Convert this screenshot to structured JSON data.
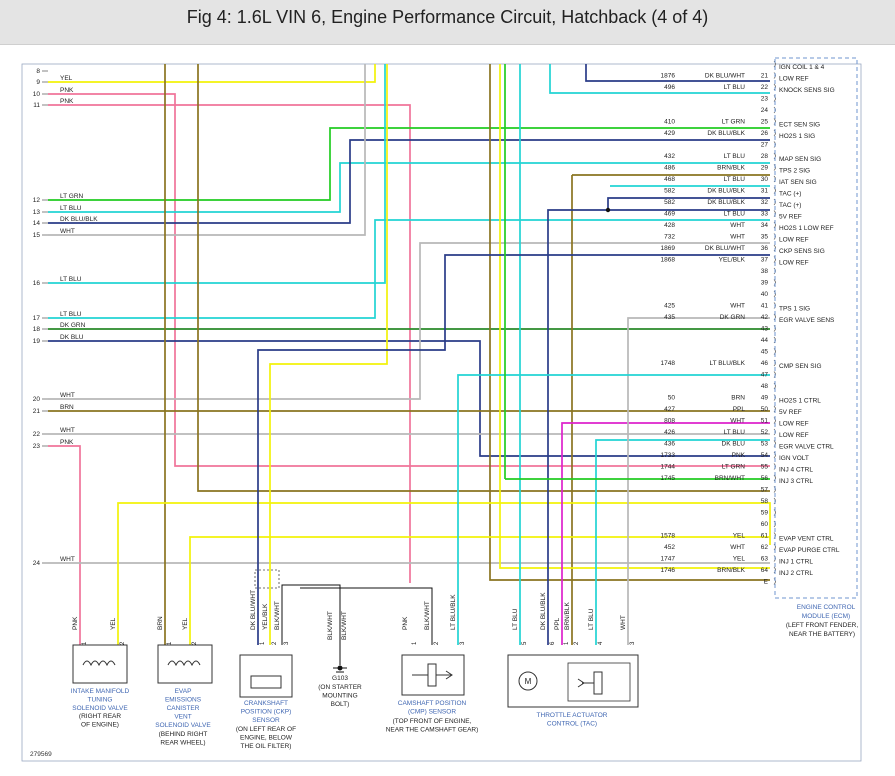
{
  "title": "Fig 4: 1.6L VIN 6, Engine Performance Circuit, Hatchback (4 of 4)",
  "colors": {
    "yellow": "#f2f20a",
    "pink": "#f0749a",
    "olive": "#8a7420",
    "green": "#22cc22",
    "cyan": "#22d4d4",
    "navy": "#2a3c88",
    "gray": "#b8b8b8",
    "magenta": "#dd22cc",
    "border": "#6f96cf",
    "label_blue": "#3f66b2"
  },
  "left_connector": [
    {
      "pin": "8",
      "wire": ""
    },
    {
      "pin": "9",
      "wire": "YEL"
    },
    {
      "pin": "10",
      "wire": "PNK"
    },
    {
      "pin": "11",
      "wire": "PNK"
    },
    {
      "pin": "12",
      "wire": "LT GRN"
    },
    {
      "pin": "13",
      "wire": "LT BLU"
    },
    {
      "pin": "14",
      "wire": "DK BLU/BLK"
    },
    {
      "pin": "15",
      "wire": "WHT"
    },
    {
      "pin": "16",
      "wire": "LT BLU"
    },
    {
      "pin": "17",
      "wire": "LT BLU"
    },
    {
      "pin": "18",
      "wire": "DK GRN"
    },
    {
      "pin": "19",
      "wire": "DK BLU"
    },
    {
      "pin": "20",
      "wire": "WHT"
    },
    {
      "pin": "21",
      "wire": "BRN"
    },
    {
      "pin": "22",
      "wire": "WHT"
    },
    {
      "pin": "23",
      "wire": "PNK"
    },
    {
      "pin": "24",
      "wire": "WHT"
    }
  ],
  "ecm_pins": [
    {
      "pin": "",
      "circuit": "",
      "wire": "",
      "label": "IGN COIL 1 & 4"
    },
    {
      "pin": "21",
      "circuit": "1876",
      "wire": "DK BLU/WHT",
      "label": "LOW REF"
    },
    {
      "pin": "22",
      "circuit": "496",
      "wire": "LT BLU",
      "label": "KNOCK SENS SIG"
    },
    {
      "pin": "23",
      "circuit": "",
      "wire": "",
      "label": ""
    },
    {
      "pin": "24",
      "circuit": "",
      "wire": "",
      "label": ""
    },
    {
      "pin": "25",
      "circuit": "410",
      "wire": "LT GRN",
      "label": "ECT SEN SIG"
    },
    {
      "pin": "26",
      "circuit": "429",
      "wire": "DK BLU/BLK",
      "label": "HO2S 1 SIG"
    },
    {
      "pin": "27",
      "circuit": "",
      "wire": "",
      "label": ""
    },
    {
      "pin": "28",
      "circuit": "432",
      "wire": "LT BLU",
      "label": "MAP SEN SIG"
    },
    {
      "pin": "29",
      "circuit": "486",
      "wire": "BRN/BLK",
      "label": "TPS 2 SIG"
    },
    {
      "pin": "30",
      "circuit": "468",
      "wire": "LT BLU",
      "label": "IAT SEN SIG"
    },
    {
      "pin": "31",
      "circuit": "582",
      "wire": "DK BLU/BLK",
      "label": "TAC (+)"
    },
    {
      "pin": "32",
      "circuit": "582",
      "wire": "DK BLU/BLK",
      "label": "TAC (+)"
    },
    {
      "pin": "33",
      "circuit": "469",
      "wire": "LT BLU",
      "label": "5V REF"
    },
    {
      "pin": "34",
      "circuit": "428",
      "wire": "WHT",
      "label": "HO2S 1 LOW REF"
    },
    {
      "pin": "35",
      "circuit": "732",
      "wire": "WHT",
      "label": "LOW REF"
    },
    {
      "pin": "36",
      "circuit": "1869",
      "wire": "DK BLU/WHT",
      "label": "CKP SENS SIG"
    },
    {
      "pin": "37",
      "circuit": "1868",
      "wire": "YEL/BLK",
      "label": "LOW REF"
    },
    {
      "pin": "38",
      "circuit": "",
      "wire": "",
      "label": ""
    },
    {
      "pin": "39",
      "circuit": "",
      "wire": "",
      "label": ""
    },
    {
      "pin": "40",
      "circuit": "",
      "wire": "",
      "label": ""
    },
    {
      "pin": "41",
      "circuit": "425",
      "wire": "WHT",
      "label": "TPS 1 SIG"
    },
    {
      "pin": "42",
      "circuit": "435",
      "wire": "DK GRN",
      "label": "EGR VALVE SENS"
    },
    {
      "pin": "43",
      "circuit": "",
      "wire": "",
      "label": ""
    },
    {
      "pin": "44",
      "circuit": "",
      "wire": "",
      "label": ""
    },
    {
      "pin": "45",
      "circuit": "",
      "wire": "",
      "label": ""
    },
    {
      "pin": "46",
      "circuit": "1748",
      "wire": "LT BLU/BLK",
      "label": "CMP SEN SIG"
    },
    {
      "pin": "47",
      "circuit": "",
      "wire": "",
      "label": ""
    },
    {
      "pin": "48",
      "circuit": "",
      "wire": "",
      "label": ""
    },
    {
      "pin": "49",
      "circuit": "50",
      "wire": "BRN",
      "label": "HO2S 1 CTRL"
    },
    {
      "pin": "50",
      "circuit": "427",
      "wire": "PPL",
      "label": "5V REF"
    },
    {
      "pin": "51",
      "circuit": "808",
      "wire": "WHT",
      "label": "LOW REF"
    },
    {
      "pin": "52",
      "circuit": "426",
      "wire": "LT BLU",
      "label": "LOW REF"
    },
    {
      "pin": "53",
      "circuit": "436",
      "wire": "DK BLU",
      "label": "EGR VALVE CTRL"
    },
    {
      "pin": "54",
      "circuit": "1733",
      "wire": "PNK",
      "label": "IGN VOLT"
    },
    {
      "pin": "55",
      "circuit": "1744",
      "wire": "LT GRN",
      "label": "INJ 4 CTRL"
    },
    {
      "pin": "56",
      "circuit": "1745",
      "wire": "BRN/WHT",
      "label": "INJ 3 CTRL"
    },
    {
      "pin": "57",
      "circuit": "",
      "wire": "",
      "label": ""
    },
    {
      "pin": "58",
      "circuit": "",
      "wire": "",
      "label": ""
    },
    {
      "pin": "59",
      "circuit": "",
      "wire": "",
      "label": ""
    },
    {
      "pin": "60",
      "circuit": "",
      "wire": "",
      "label": ""
    },
    {
      "pin": "61",
      "circuit": "1578",
      "wire": "YEL",
      "label": "EVAP VENT CTRL"
    },
    {
      "pin": "62",
      "circuit": "452",
      "wire": "WHT",
      "label": "EVAP PURGE CTRL"
    },
    {
      "pin": "63",
      "circuit": "1747",
      "wire": "YEL",
      "label": "INJ 1 CTRL"
    },
    {
      "pin": "64",
      "circuit": "1746",
      "wire": "BRN/BLK",
      "label": "INJ 2 CTRL"
    },
    {
      "pin": "E",
      "circuit": "",
      "wire": "",
      "label": ""
    }
  ],
  "ecm_label": [
    "ENGINE CONTROL",
    "MODULE (ECM)"
  ],
  "ecm_location": [
    "(LEFT FRONT FENDER,",
    "NEAR THE BATTERY)"
  ],
  "components": {
    "intake": {
      "pins": [
        {
          "num": "1",
          "wire": "PNK"
        },
        {
          "num": "2",
          "wire": "YEL"
        }
      ],
      "name": [
        "INTAKE MANIFOLD",
        "TUNING",
        "SOLENOID VALVE"
      ],
      "location": [
        "(RIGHT REAR",
        "OF ENGINE)"
      ]
    },
    "evap": {
      "pins": [
        {
          "num": "1",
          "wire": "BRN"
        },
        {
          "num": "2",
          "wire": "YEL"
        }
      ],
      "name": [
        "EVAP",
        "EMISSIONS",
        "CANISTER",
        "VENT",
        "SOLENOID VALVE"
      ],
      "location": [
        "(BEHIND RIGHT",
        "REAR WHEEL)"
      ]
    },
    "ckp": {
      "pins": [
        {
          "num": "1",
          "wire": "DK BLU/WHT"
        },
        {
          "num": "2",
          "wire": "YEL/BLK"
        },
        {
          "num": "3",
          "wire": "BLK/WHT"
        }
      ],
      "name": [
        "CRANKSHAFT",
        "POSITION (CKP)",
        "SENSOR"
      ],
      "location": [
        "(ON LEFT REAR OF",
        "ENGINE, BELOW",
        "THE OIL FILTER)"
      ]
    },
    "ground": {
      "wires": [
        "BLK/WHT",
        "BLK/WHT"
      ],
      "name": [
        "G103"
      ],
      "location": [
        "(ON STARTER",
        "MOUNTING",
        "BOLT)"
      ]
    },
    "cmp": {
      "pins": [
        {
          "num": "1",
          "wire": "PNK"
        },
        {
          "num": "2",
          "wire": "BLK/WHT"
        },
        {
          "num": "3",
          "wire": "LT BLU/BLK"
        }
      ],
      "name": [
        "CAMSHAFT POSITION",
        "(CMP) SENSOR"
      ],
      "location": [
        "(TOP FRONT OF ENGINE,",
        "NEAR THE CAMSHAFT GEAR)"
      ]
    },
    "tac": {
      "pins": [
        {
          "num": "5",
          "wire": "LT BLU"
        },
        {
          "num": "6",
          "wire": "DK BLU/BLK"
        },
        {
          "num": "1",
          "wire": "PPL"
        },
        {
          "num": "2",
          "wire": "BRN/BLK"
        },
        {
          "num": "4",
          "wire": "LT BLU"
        },
        {
          "num": "3",
          "wire": "WHT"
        }
      ],
      "motor_symbol": "M",
      "name": [
        "THROTTLE ACTUATOR",
        "CONTROL (TAC)"
      ]
    }
  },
  "figure_id": "279569"
}
